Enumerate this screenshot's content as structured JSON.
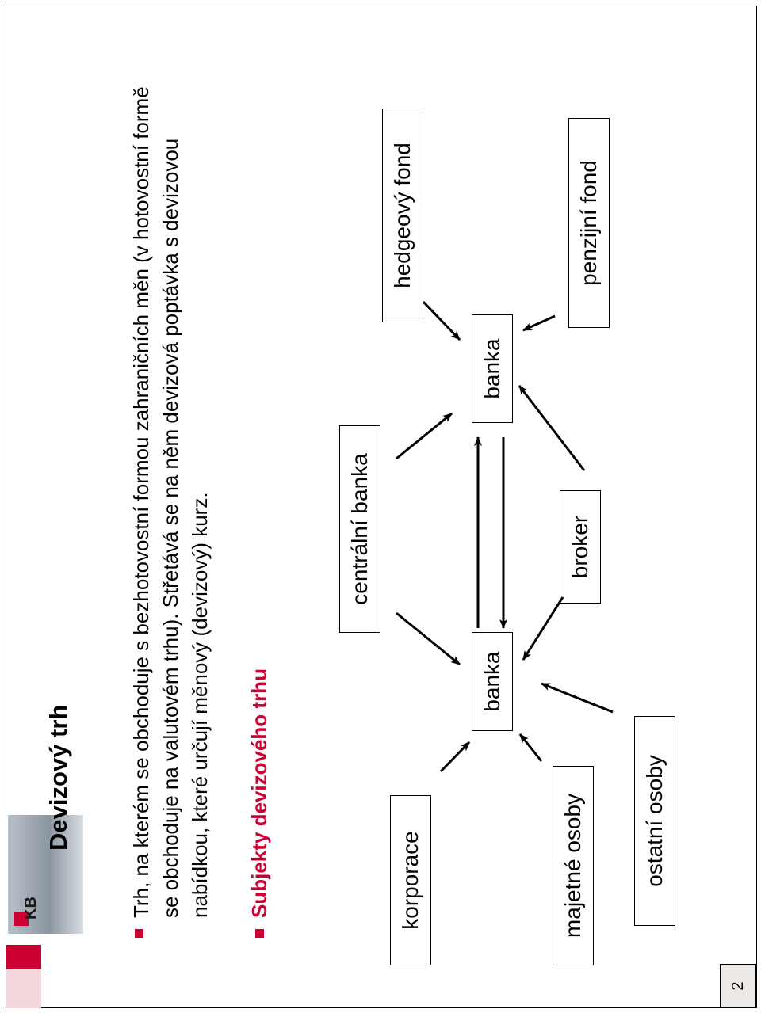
{
  "slide": {
    "page_number": "2",
    "title": "Devizový trh",
    "paragraph": "Trh, na kterém se obchoduje s bezhotovostní formou zahraničních měn (v hotovostní formě se obchoduje na valutovém trhu). Střetává se na něm devizová poptávka s devizovou nabídkou, které určují měnový (devizový) kurz.",
    "subtitle": "Subjekty devizového trhu",
    "logo_text": "KB"
  },
  "diagram": {
    "nodes": {
      "korporace": "korporace",
      "majetne_osoby": "majetné osoby",
      "ostatni_osoby": "ostatní osoby",
      "banka_left": "banka",
      "centralni_banka": "centrální banka",
      "broker": "broker",
      "banka_right": "banka",
      "hedgeovy_fond": "hedgeový fond",
      "penzijni_fond": "penzijní fond"
    }
  },
  "colors": {
    "accent": "#cc0033",
    "text": "#000000",
    "border": "#000000"
  }
}
